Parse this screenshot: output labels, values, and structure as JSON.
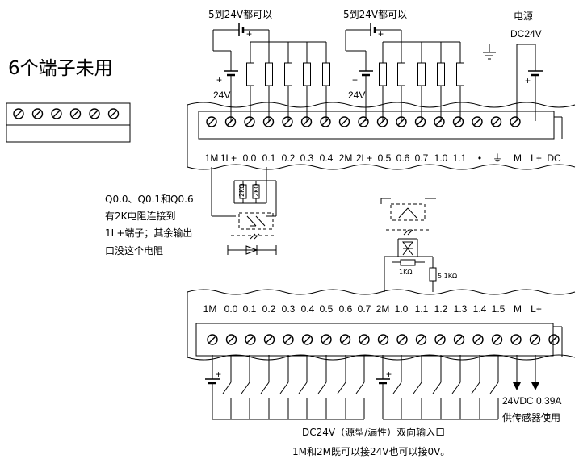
{
  "unused": {
    "title": "6个端子未用",
    "count": 6
  },
  "output": {
    "supply_label_1": "5到24V都可以",
    "supply_label_2": "5到24V都可以",
    "group_voltage_1": "24V",
    "group_voltage_2": "24V",
    "power_title": "电源",
    "power_voltage": "DC24V",
    "terminal_count": 17,
    "terminals": [
      "1M",
      "1L+",
      "0.0",
      "0.1",
      "0.2",
      "0.3",
      "0.4",
      "2M",
      "2L+",
      "0.5",
      "0.6",
      "0.7",
      "1.0",
      "1.1",
      "•",
      "⏚",
      "M",
      "L+",
      "DC"
    ]
  },
  "note": {
    "line1": "Q0.0、Q0.1和Q0.6",
    "line2": "有2K电阻连接到",
    "line3": "1L+端子；其余输出",
    "line4": "口没这个电阻"
  },
  "resistors": {
    "r1": "2KΩ",
    "r2": "2KΩ",
    "r3": "1KΩ",
    "r4": "5.1KΩ"
  },
  "input": {
    "terminal_count": 19,
    "terminals": [
      "1M",
      "0.0",
      "0.1",
      "0.2",
      "0.3",
      "0.4",
      "0.5",
      "0.6",
      "0.7",
      "2M",
      "1.0",
      "1.1",
      "1.2",
      "1.3",
      "1.4",
      "1.5",
      "M",
      "L+"
    ],
    "sensor_line1": "24VDC  0.39A",
    "sensor_line2": "供传感器使用",
    "caption_line1": "DC24V（源型/漏性）双向输入口",
    "caption_line2": "1M和2M既可以接24V也可以接0V。"
  }
}
